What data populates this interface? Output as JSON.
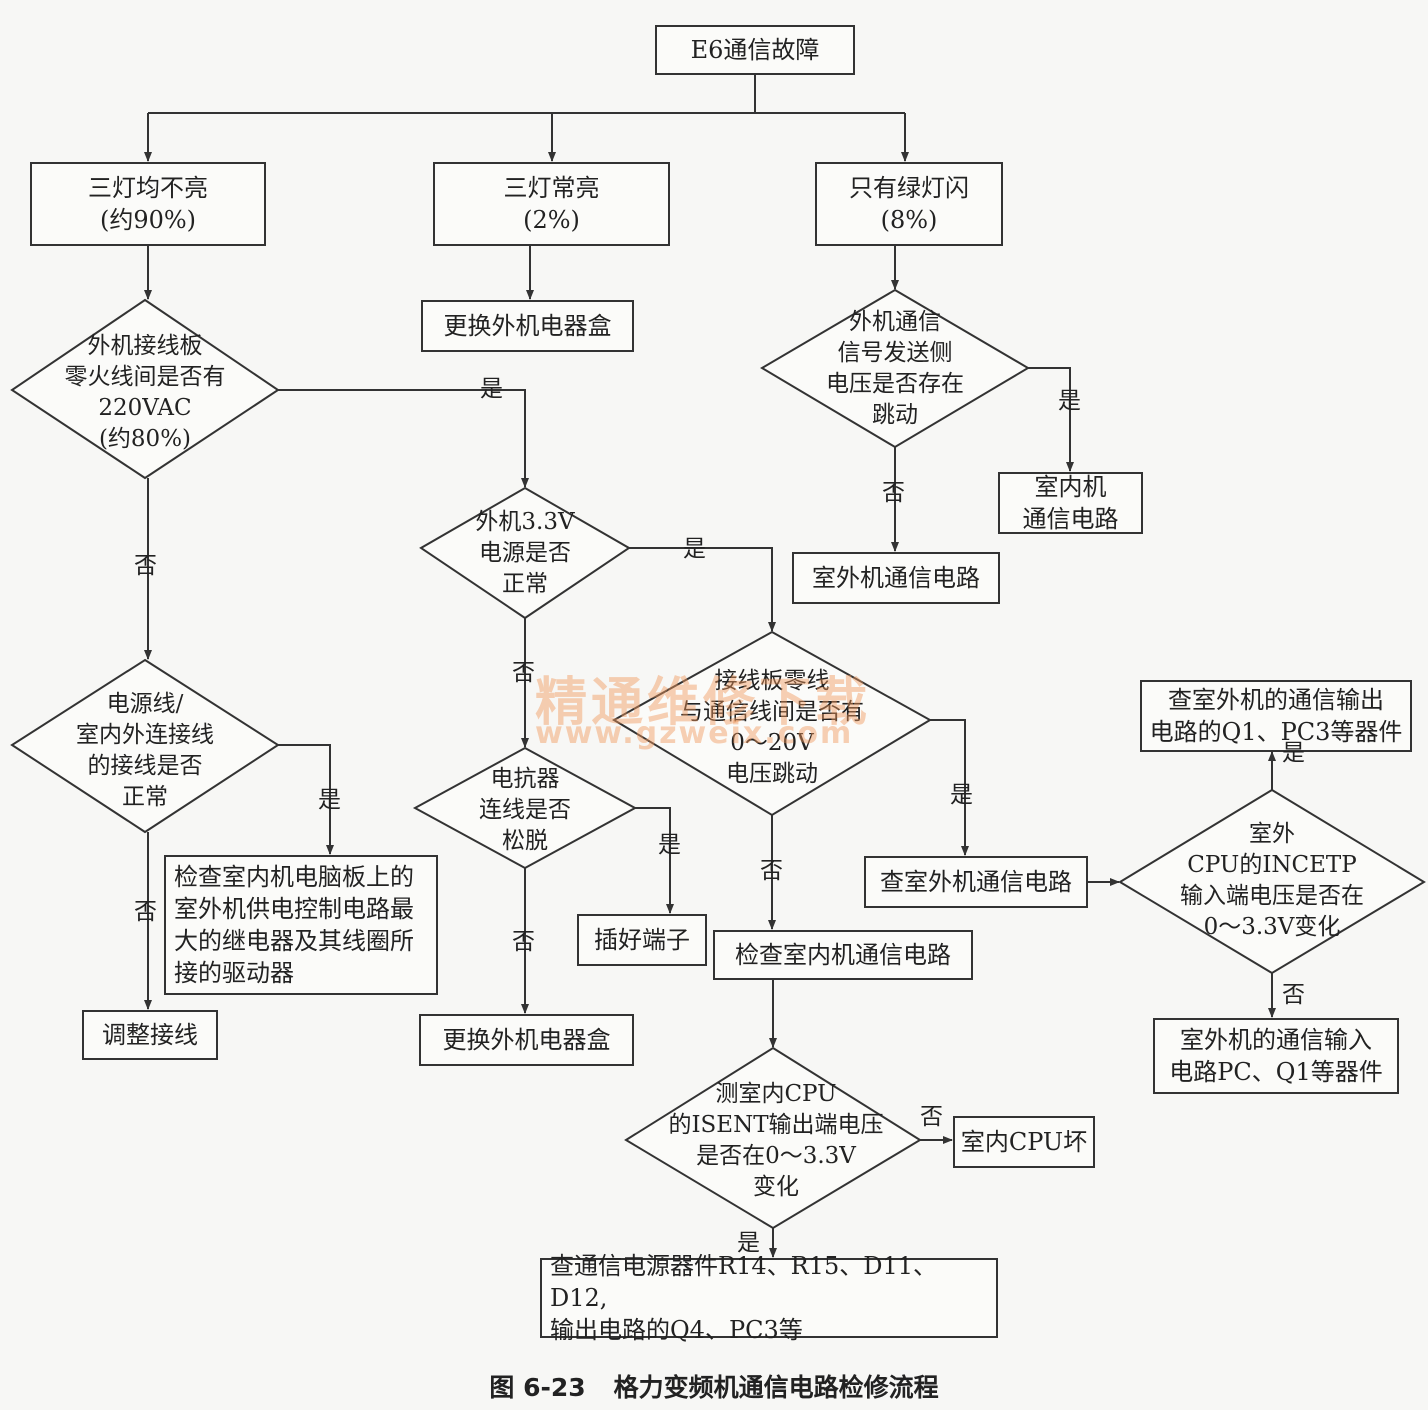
{
  "nodes": {
    "start": "E6通信故障",
    "branch_a": "三灯均不亮\n(约90%)",
    "branch_b": "三灯常亮\n(2%)",
    "branch_c": "只有绿灯闪\n(8%)",
    "replace_box_1": "更换外机电器盒",
    "q_220vac": "外机接线板\n零火线间是否有\n220VAC\n(约80%)",
    "q_signal_jump": "外机通信\n信号发送侧\n电压是否存在\n跳动",
    "indoor_comm": "室内机\n通信电路",
    "outdoor_comm": "室外机通信电路",
    "q_33v": "外机3.3V\n电源是否\n正常",
    "q_power_line": "电源线/\n室内外连接线\n的接线是否\n正常",
    "q_0_20v": "接线板零线\n与通信线间是否有\n0～20V\n电压跳动",
    "check_relay": "检查室内机电脑板上的\n室外机供电控制电路最\n大的继电器及其线圈所\n接的驱动器",
    "q_reactor": "电抗器\n连线是否\n松脱",
    "check_outdoor_comm": "查室外机通信电路",
    "q_outdoor_cpu": "室外\nCPU的INCETP\n输入端电压是否在\n0～3.3V变化",
    "check_q1_pc3": "查室外机的通信输出\n电路的Q1、PC3等器件",
    "plug_terminal": "插好端子",
    "check_indoor_comm": "检查室内机通信电路",
    "adjust_wiring": "调整接线",
    "replace_box_2": "更换外机电器盒",
    "outdoor_input": "室外机的通信输入\n电路PC、Q1等器件",
    "q_indoor_cpu": "测室内CPU\n的ISENT输出端电压\n是否在0～3.3V\n变化",
    "indoor_cpu_bad": "室内CPU坏",
    "check_power_parts": "查通信电源器件R14、R15、D11、D12,\n输出电路的Q4、PC3等"
  },
  "yes": "是",
  "no": "否",
  "watermark": {
    "name": "精通维修下载",
    "url": "www.gzweix.com"
  },
  "caption": {
    "figure": "图 6-23",
    "title": "格力变频机通信电路检修流程"
  }
}
